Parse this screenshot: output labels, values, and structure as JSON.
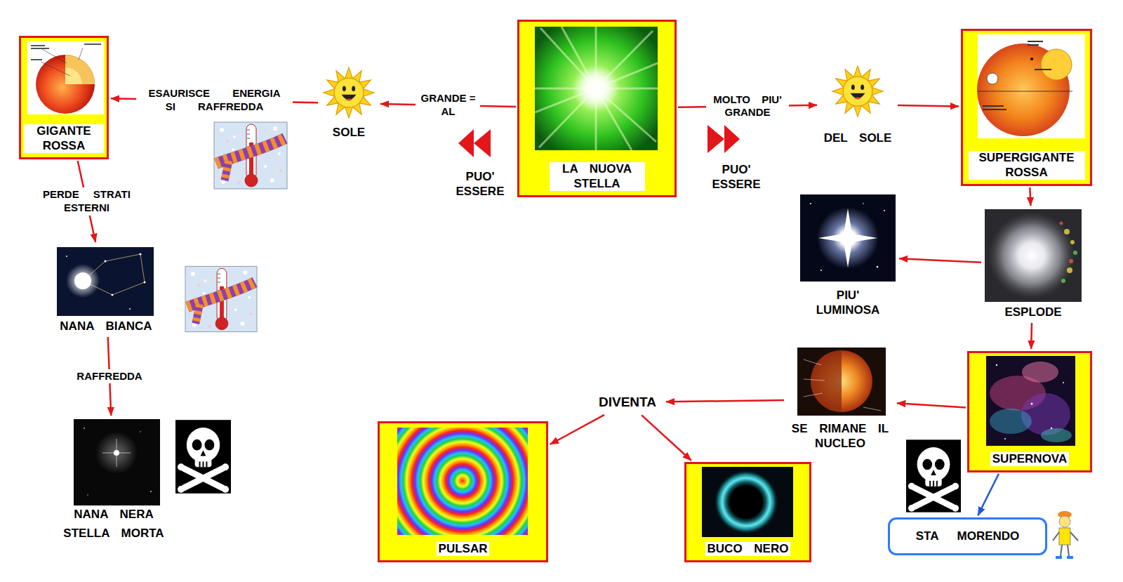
{
  "diagram": {
    "nodes": [
      {
        "text": [
          "GIGANTE ROSSA"
        ]
      },
      {
        "text": [
          "SOLE"
        ]
      },
      {
        "text": [
          "LA NUOVA STELLA"
        ]
      },
      {
        "text": [
          "DEL SOLE"
        ]
      },
      {
        "text": [
          "SUPERGIGANTE ROSSA"
        ]
      },
      {
        "text": [
          "NANA BIANCA"
        ]
      },
      {
        "text": [
          "PIU' LUMINOSA"
        ]
      },
      {
        "text": [
          "ESPLODE"
        ]
      },
      {
        "text": [
          "DIVENTA"
        ]
      },
      {
        "text": [
          "SE RIMANE IL NUCLEO"
        ]
      },
      {
        "text": [
          "SUPERNOVA"
        ]
      },
      {
        "text": [
          "NANA NERA",
          "STELLA MORTA"
        ]
      },
      {
        "text": [
          "PULSAR"
        ]
      },
      {
        "text": [
          "BUCO NERO"
        ]
      },
      {
        "text": [
          "STA MORENDO"
        ]
      }
    ],
    "edges": [
      {
        "from": 2,
        "to": 1,
        "label": "GRANDE = AL",
        "arrow": "to"
      },
      {
        "from": 1,
        "to": 0,
        "label": "ESAURISCE ENERGIA SI RAFFREDDA",
        "arrow": "to"
      },
      {
        "from": 0,
        "to": 5,
        "label": "PERDE STRATI ESTERNI",
        "arrow": "to"
      },
      {
        "from": 5,
        "to": 11,
        "label": "RAFFREDDA",
        "arrow": "to"
      },
      {
        "from": 2,
        "to": 3,
        "label": "MOLTO PIU' GRANDE",
        "arrow": "to"
      },
      {
        "from": 3,
        "to": 4,
        "arrow": "to"
      },
      {
        "from": 4,
        "to": 7,
        "arrow": "to"
      },
      {
        "from": 7,
        "to": 6,
        "arrow": "to"
      },
      {
        "from": 7,
        "to": 10,
        "arrow": "to"
      },
      {
        "from": 10,
        "to": 9,
        "arrow": "to"
      },
      {
        "from": 9,
        "to": 8,
        "arrow": "to"
      },
      {
        "from": 8,
        "to": 12,
        "arrow": "to"
      },
      {
        "from": 8,
        "to": 13,
        "arrow": "to"
      },
      {
        "from": 10,
        "to": 14,
        "arrow": "to"
      }
    ],
    "labels": [
      "PUO' ESSERE",
      "PUO' ESSERE"
    ]
  }
}
